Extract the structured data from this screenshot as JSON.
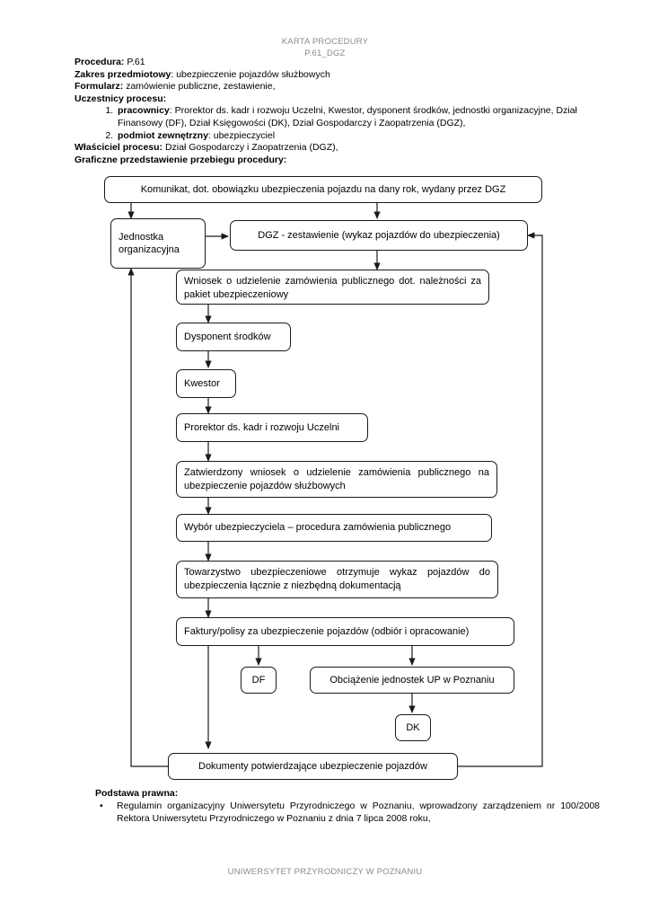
{
  "header": {
    "line1": "KARTA PROCEDURY",
    "line2": "P.61_DGZ"
  },
  "meta": {
    "procedure_label": "Procedura:",
    "procedure_value": "P.61",
    "scope_label": "Zakres przedmiotowy",
    "scope_value": ": ubezpieczenie pojazdów służbowych",
    "form_label": "Formularz:",
    "form_value": "zamówienie publiczne, zestawienie,",
    "participants_label": "Uczestnicy procesu:",
    "participants": [
      {
        "label": "pracownicy",
        "text": ": Prorektor ds. kadr i rozwoju Uczelni, Kwestor, dysponent środków, jednostki organizacyjne, Dział Finansowy (DF), Dział Księgowości (DK), Dział Gospodarczy i Zaopatrzenia (DGZ),"
      },
      {
        "label": "podmiot zewnętrzny",
        "text": ": ubezpieczyciel"
      }
    ],
    "owner_label": "Właściciel procesu:",
    "owner_value": "Dział Gospodarczy i Zaopatrzenia (DGZ),",
    "graph_title": "Graficzne przedstawienie przebiegu procedury:"
  },
  "flow": {
    "nodes": [
      {
        "id": "komunikat",
        "text": "Komunikat, dot. obowiązku ubezpieczenia pojazdu na dany rok, wydany przez DGZ"
      },
      {
        "id": "jednostka",
        "text": "Jednostka\norganizacyjna"
      },
      {
        "id": "dgz",
        "text": "DGZ - zestawienie (wykaz pojazdów do ubezpieczenia)"
      },
      {
        "id": "wniosek",
        "text": "Wniosek o udzielenie zamówienia publicznego dot. należności za pakiet ubezpieczeniowy"
      },
      {
        "id": "dysponent",
        "text": "Dysponent środków"
      },
      {
        "id": "kwestor",
        "text": "Kwestor"
      },
      {
        "id": "prorektor",
        "text": "Prorektor ds. kadr i rozwoju Uczelni"
      },
      {
        "id": "zatwierdzony",
        "text": "Zatwierdzony wniosek o udzielenie zamówienia publicznego na ubezpieczenie pojazdów służbowych"
      },
      {
        "id": "wybor",
        "text": "Wybór ubezpieczyciela – procedura zamówienia publicznego"
      },
      {
        "id": "towarzystwo",
        "text": "Towarzystwo ubezpieczeniowe otrzymuje wykaz pojazdów do ubezpieczenia łącznie z niezbędną dokumentacją"
      },
      {
        "id": "faktury",
        "text": "Faktury/polisy za ubezpieczenie pojazdów (odbiór i opracowanie)"
      },
      {
        "id": "df",
        "text": "DF"
      },
      {
        "id": "obciazenie",
        "text": "Obciążenie jednostek UP w Poznaniu"
      },
      {
        "id": "dk",
        "text": "DK"
      },
      {
        "id": "dokumenty",
        "text": "Dokumenty potwierdzające ubezpieczenie pojazdów"
      }
    ]
  },
  "legal": {
    "title": "Podstawa prawna:",
    "items": [
      "Regulamin organizacyjny Uniwersytetu Przyrodniczego w Poznaniu, wprowadzony zarządzeniem nr 100/2008 Rektora Uniwersytetu Przyrodniczego w Poznaniu z dnia 7 lipca 2008 roku,"
    ],
    "bullet_glyph": "•"
  },
  "footer": {
    "text": "UNIWERSYTET PRZYRODNICZY W POZNANIU"
  },
  "colors": {
    "header_gray": "#8a8a8a",
    "line": "#1a1a1a",
    "text": "#000000"
  }
}
